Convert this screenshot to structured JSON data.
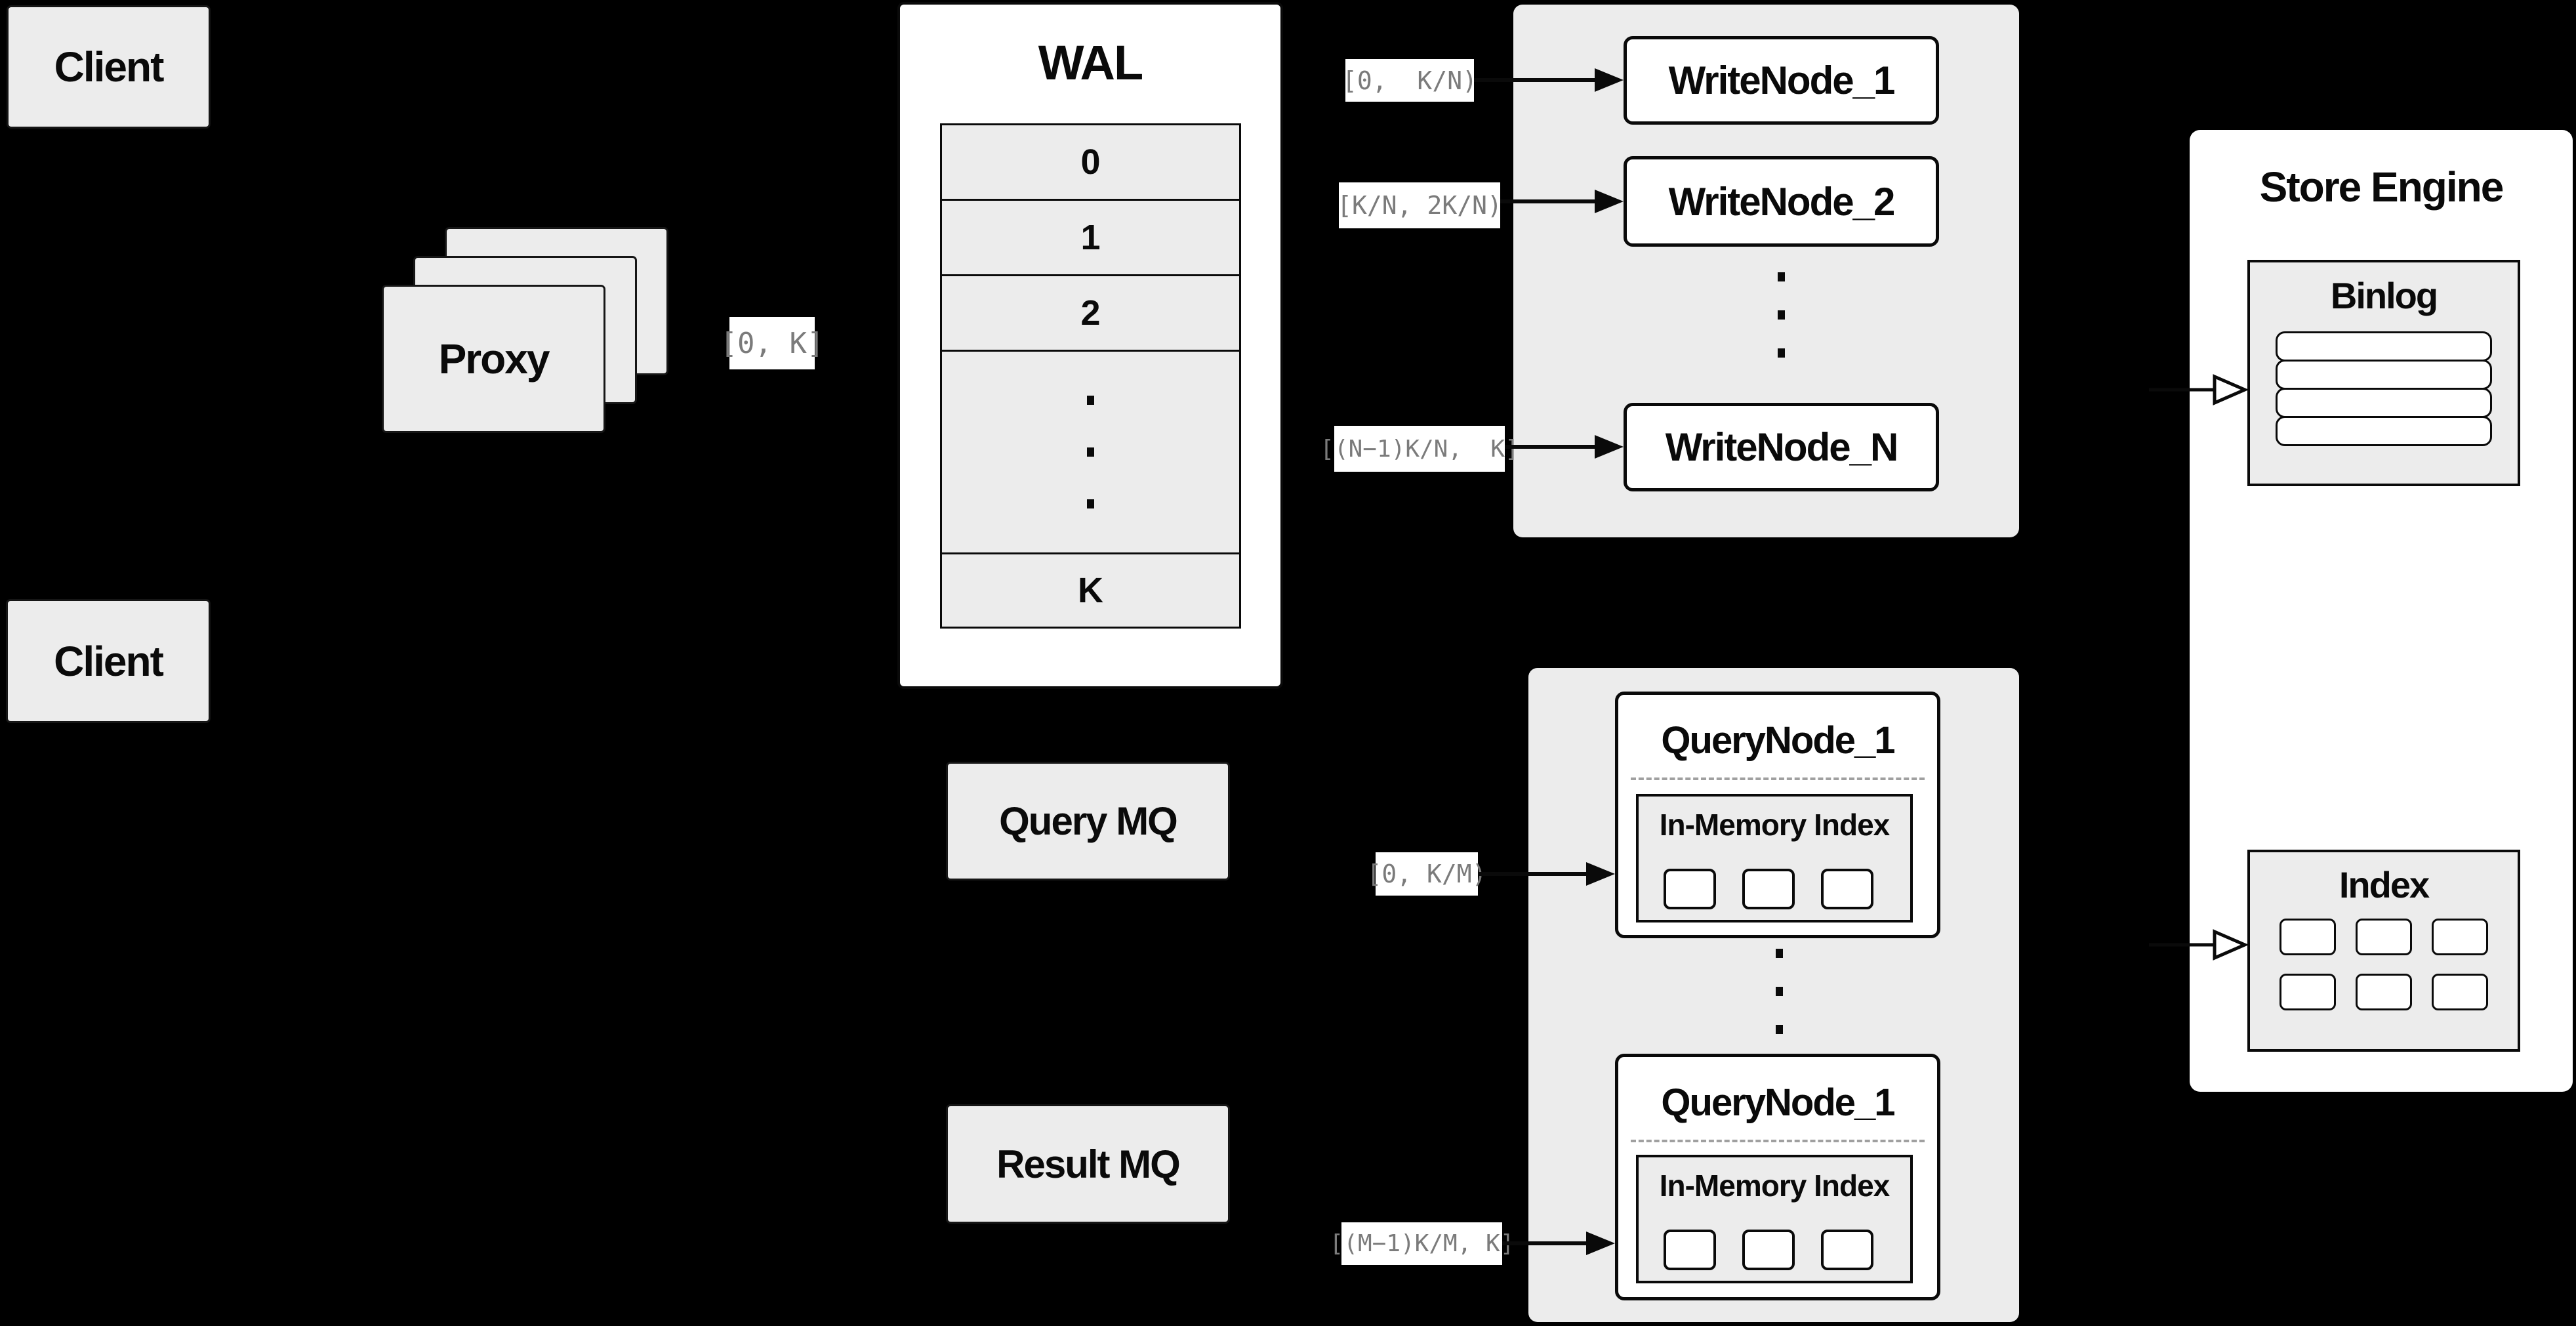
{
  "diagram": {
    "clients": {
      "top": "Client",
      "bottom": "Client"
    },
    "proxy": {
      "label": "Proxy"
    },
    "wal": {
      "title": "WAL",
      "rows": [
        "0",
        "1",
        "2",
        "K"
      ],
      "ellipsis": "vertical-dots"
    },
    "write_group": {
      "nodes": [
        "WriteNode_1",
        "WriteNode_2",
        "WriteNode_N"
      ],
      "ellipsis": "vertical-dots"
    },
    "store_engine": {
      "title": "Store Engine",
      "binlog": {
        "title": "Binlog"
      },
      "index": {
        "title": "Index"
      }
    },
    "mq": {
      "query": "Query MQ",
      "result": "Result MQ"
    },
    "query_group": {
      "top": {
        "title": "QueryNode_1",
        "subtitle": "In-Memory Index"
      },
      "bottom": {
        "title": "QueryNode_1",
        "subtitle": "In-Memory Index"
      },
      "ellipsis": "vertical-dots"
    },
    "range_labels": {
      "proxy_wal": "[0, K]",
      "wal_wn1": "[0,  K/N)",
      "wal_wn2": "[K/N, 2K/N)",
      "wal_wnN": "[(N−1)K/N,  K]",
      "mq_qn1": "[0, K/M)",
      "mq_qnM": "[(M−1)K/M, K]"
    },
    "colors": {
      "background": "#000000",
      "box_fill": "#ececec",
      "node_fill": "#ffffff",
      "line": "#0a0a0a",
      "range_text": "#7b7b7b"
    }
  }
}
